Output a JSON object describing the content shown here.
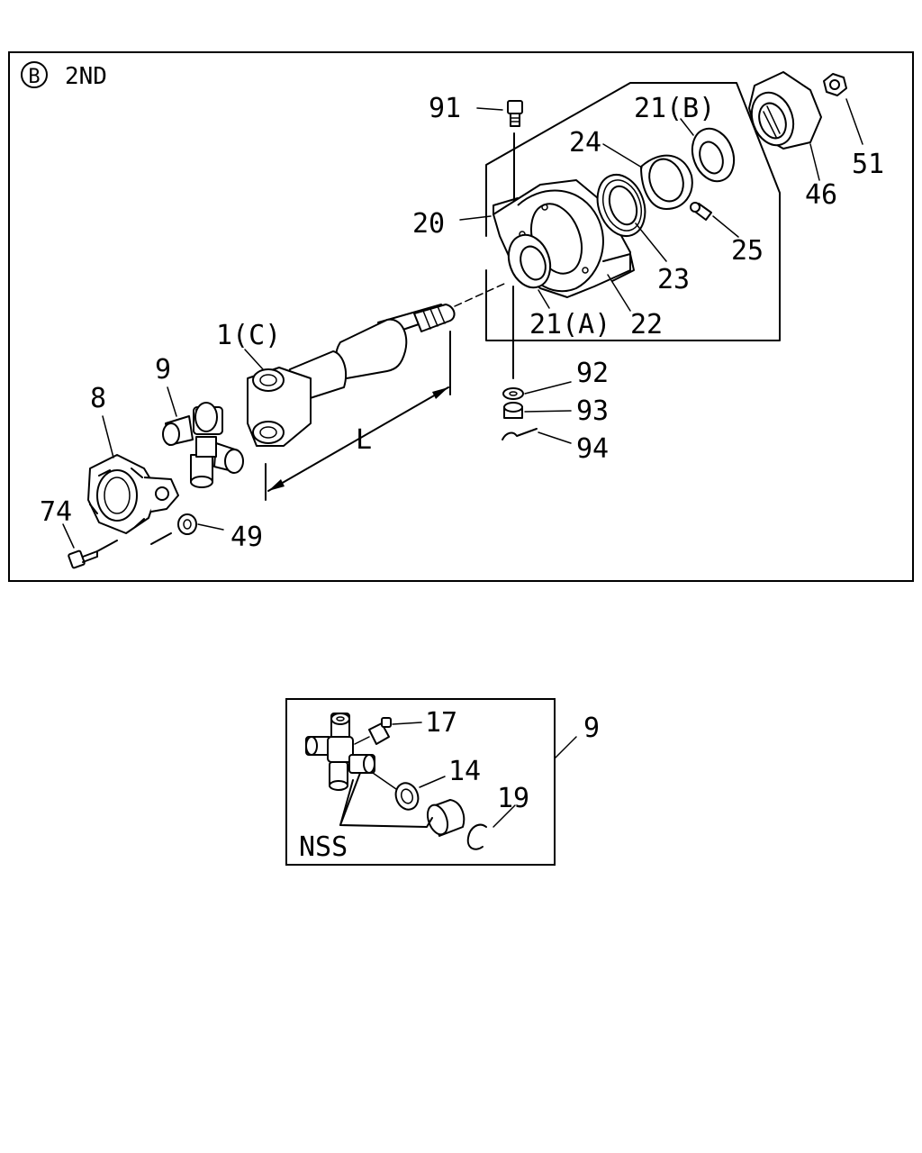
{
  "diagram": {
    "section_marker": "B",
    "section_title": "2ND",
    "dimension_label": "L",
    "main_labels": {
      "p91": "91",
      "p21b": "21(B)",
      "p24": "24",
      "p20": "20",
      "p25": "25",
      "p23": "23",
      "p22": "22",
      "p21a": "21(A)",
      "p1c": "1(C)",
      "p9": "9",
      "p8": "8",
      "p92": "92",
      "p93": "93",
      "p94": "94",
      "p74": "74",
      "p49": "49",
      "p46": "46",
      "p51": "51"
    },
    "detail_labels": {
      "p17": "17",
      "p14": "14",
      "p19": "19",
      "nss": "NSS",
      "p9": "9"
    }
  }
}
